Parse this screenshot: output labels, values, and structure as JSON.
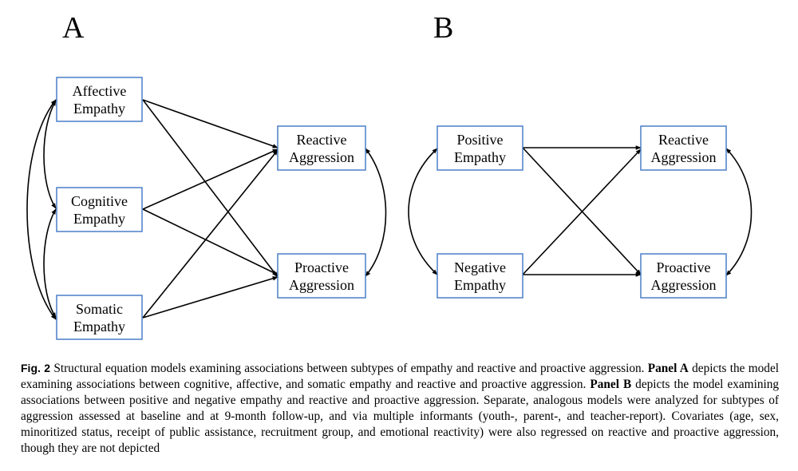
{
  "panels": {
    "a": {
      "label": "A",
      "nodes": {
        "affective": [
          "Affective",
          "Empathy"
        ],
        "cognitive": [
          "Cognitive",
          "Empathy"
        ],
        "somatic": [
          "Somatic",
          "Empathy"
        ],
        "reactive": [
          "Reactive",
          "Aggression"
        ],
        "proactive": [
          "Proactive",
          "Aggression"
        ]
      }
    },
    "b": {
      "label": "B",
      "nodes": {
        "positive": [
          "Positive",
          "Empathy"
        ],
        "negative": [
          "Negative",
          "Empathy"
        ],
        "reactive": [
          "Reactive",
          "Aggression"
        ],
        "proactive": [
          "Proactive",
          "Aggression"
        ]
      }
    }
  },
  "caption": {
    "fig_label": "Fig. 2",
    "text_1": "Structural equation models examining associations between subtypes of empathy and reactive and proactive aggression.",
    "panel_a_label": "Panel A",
    "text_2": "depicts the model examining associations between cognitive, affective, and somatic empathy and reactive and proactive aggression.",
    "panel_b_label": "Panel B",
    "text_3": "depicts the model examining associations between positive and negative empathy and reactive and proactive aggression. Separate, analogous models were analyzed for subtypes of aggression assessed at baseline and at 9-month follow-up, and via multiple informants (youth-, parent-, and teacher-report). Covariates (age, sex, minoritized status, receipt of public assistance, recruitment group, and emotional reactivity) were also regressed on reactive and proactive aggression, though they are not depicted"
  }
}
